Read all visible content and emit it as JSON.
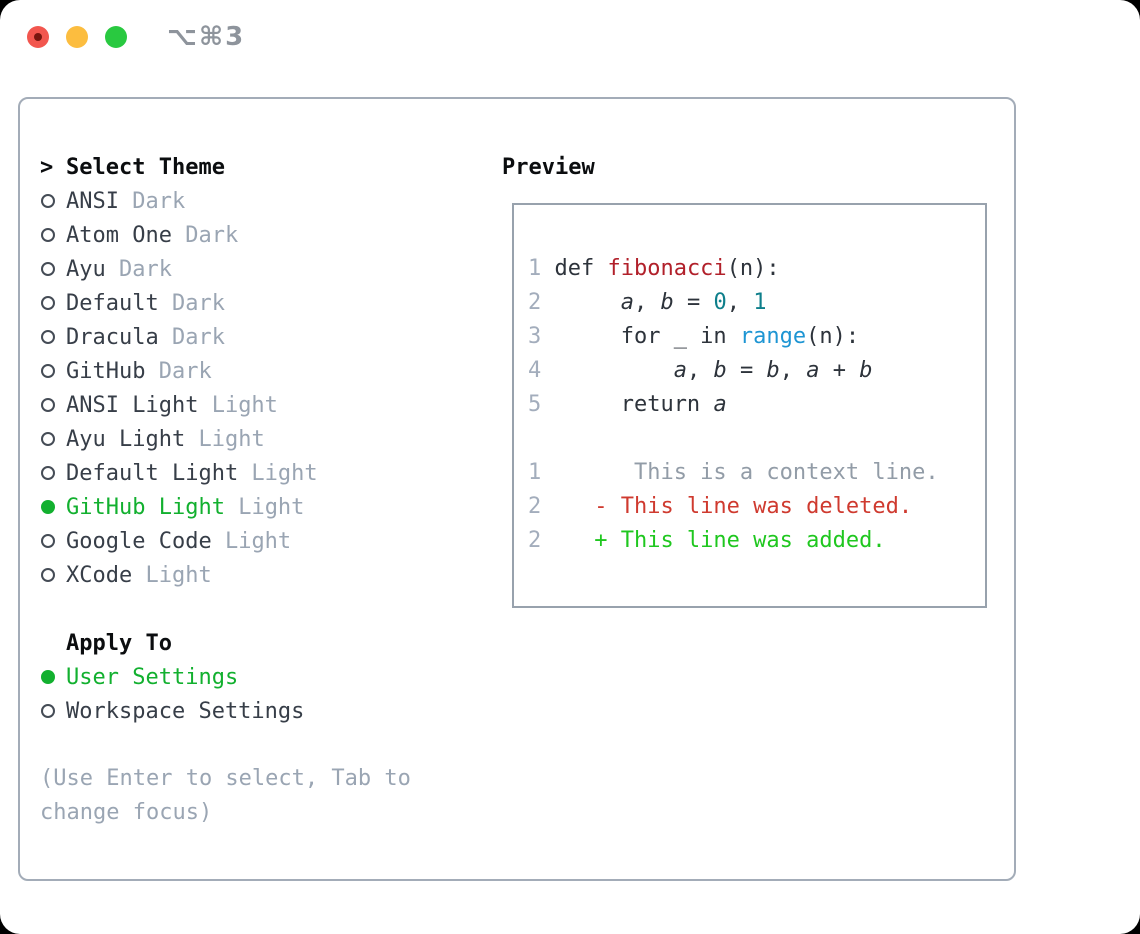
{
  "window": {
    "title": "⌥⌘3",
    "traffic_lights": [
      {
        "name": "close-button",
        "color": "#f2564e",
        "dot_color": "#77160f"
      },
      {
        "name": "minimize-button",
        "color": "#fcbd3f"
      },
      {
        "name": "zoom-button",
        "color": "#29c940"
      }
    ]
  },
  "theme_list": {
    "header_prefix": ">",
    "header": "Select Theme",
    "items": [
      {
        "name": "ANSI",
        "variant": "Dark",
        "selected": false
      },
      {
        "name": "Atom One",
        "variant": "Dark",
        "selected": false
      },
      {
        "name": "Ayu",
        "variant": "Dark",
        "selected": false
      },
      {
        "name": "Default",
        "variant": "Dark",
        "selected": false
      },
      {
        "name": "Dracula",
        "variant": "Dark",
        "selected": false
      },
      {
        "name": "GitHub",
        "variant": "Dark",
        "selected": false
      },
      {
        "name": "ANSI Light",
        "variant": "Light",
        "selected": false
      },
      {
        "name": "Ayu Light",
        "variant": "Light",
        "selected": false
      },
      {
        "name": "Default Light",
        "variant": "Light",
        "selected": false
      },
      {
        "name": "GitHub Light",
        "variant": "Light",
        "selected": true
      },
      {
        "name": "Google Code",
        "variant": "Light",
        "selected": false
      },
      {
        "name": "XCode",
        "variant": "Light",
        "selected": false
      }
    ]
  },
  "apply_to": {
    "header": "Apply To",
    "items": [
      {
        "name": "User Settings",
        "selected": true
      },
      {
        "name": "Workspace Settings",
        "selected": false
      }
    ]
  },
  "hint_lines": [
    "(Use Enter to select, Tab to",
    "change focus)"
  ],
  "preview": {
    "header": "Preview",
    "code_lines": [
      {
        "number": "1",
        "tokens": [
          {
            "t": "def ",
            "c": "p"
          },
          {
            "t": "fibonacci",
            "c": "fn"
          },
          {
            "t": "(n):",
            "c": "p"
          }
        ]
      },
      {
        "number": "2",
        "tokens": [
          {
            "t": "     ",
            "c": "p"
          },
          {
            "t": "a",
            "c": "v"
          },
          {
            "t": ", ",
            "c": "p"
          },
          {
            "t": "b",
            "c": "v"
          },
          {
            "t": " = ",
            "c": "p"
          },
          {
            "t": "0",
            "c": "n"
          },
          {
            "t": ", ",
            "c": "p"
          },
          {
            "t": "1",
            "c": "n"
          }
        ]
      },
      {
        "number": "3",
        "tokens": [
          {
            "t": "     for _ in ",
            "c": "p"
          },
          {
            "t": "range",
            "c": "b"
          },
          {
            "t": "(n):",
            "c": "p"
          }
        ]
      },
      {
        "number": "4",
        "tokens": [
          {
            "t": "         ",
            "c": "p"
          },
          {
            "t": "a",
            "c": "v"
          },
          {
            "t": ", ",
            "c": "p"
          },
          {
            "t": "b",
            "c": "v"
          },
          {
            "t": " = ",
            "c": "p"
          },
          {
            "t": "b",
            "c": "v"
          },
          {
            "t": ", ",
            "c": "p"
          },
          {
            "t": "a",
            "c": "v"
          },
          {
            "t": " + ",
            "c": "p"
          },
          {
            "t": "b",
            "c": "v"
          }
        ]
      },
      {
        "number": "5",
        "tokens": [
          {
            "t": "     return ",
            "c": "p"
          },
          {
            "t": "a",
            "c": "v"
          }
        ]
      },
      {
        "number": "",
        "tokens": []
      },
      {
        "number": "1",
        "tokens": [
          {
            "t": "      This is a context line.",
            "c": "ctx"
          }
        ]
      },
      {
        "number": "2",
        "tokens": [
          {
            "t": "   - This line was deleted.",
            "c": "del"
          }
        ]
      },
      {
        "number": "2",
        "tokens": [
          {
            "t": "   + This line was added.",
            "c": "add"
          }
        ]
      }
    ]
  },
  "colors": {
    "selection_green": "#12b02f",
    "added_green": "#1fc71f",
    "deleted_red": "#cf3a2f",
    "function_red": "#b1202a",
    "builtin_blue": "#1d95d3",
    "number_teal": "#0e7f8b",
    "muted_gray": "#9aa5b3",
    "code_text": "#2d333b",
    "line_number_gray": "#a3adbc",
    "panel_border": "#a3acb8"
  }
}
